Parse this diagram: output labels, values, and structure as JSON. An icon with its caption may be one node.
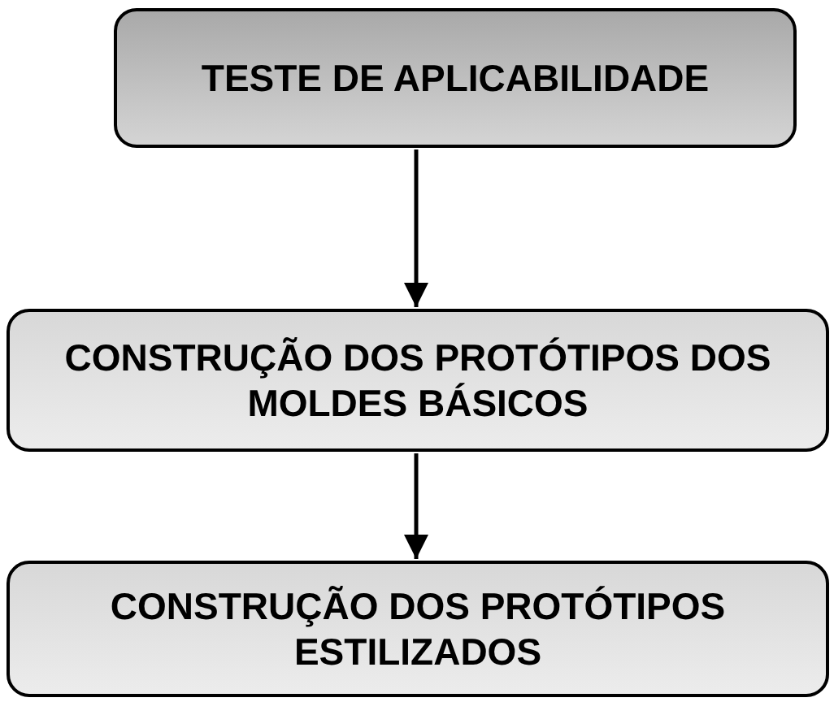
{
  "diagram": {
    "nodes": [
      {
        "text": [
          "TESTE DE APLICABILIDADE"
        ]
      },
      {
        "text": [
          "CONSTRUÇÃO DOS PROTÓTIPOS DOS MOLDES BÁSICOS"
        ]
      },
      {
        "text": [
          "CONSTRUÇÃO DOS PROTÓTIPOS ESTILIZADOS"
        ]
      }
    ],
    "edges": [
      {
        "from": 0,
        "to": 1,
        "arrow": "to"
      },
      {
        "from": 1,
        "to": 2,
        "arrow": "to"
      }
    ]
  }
}
